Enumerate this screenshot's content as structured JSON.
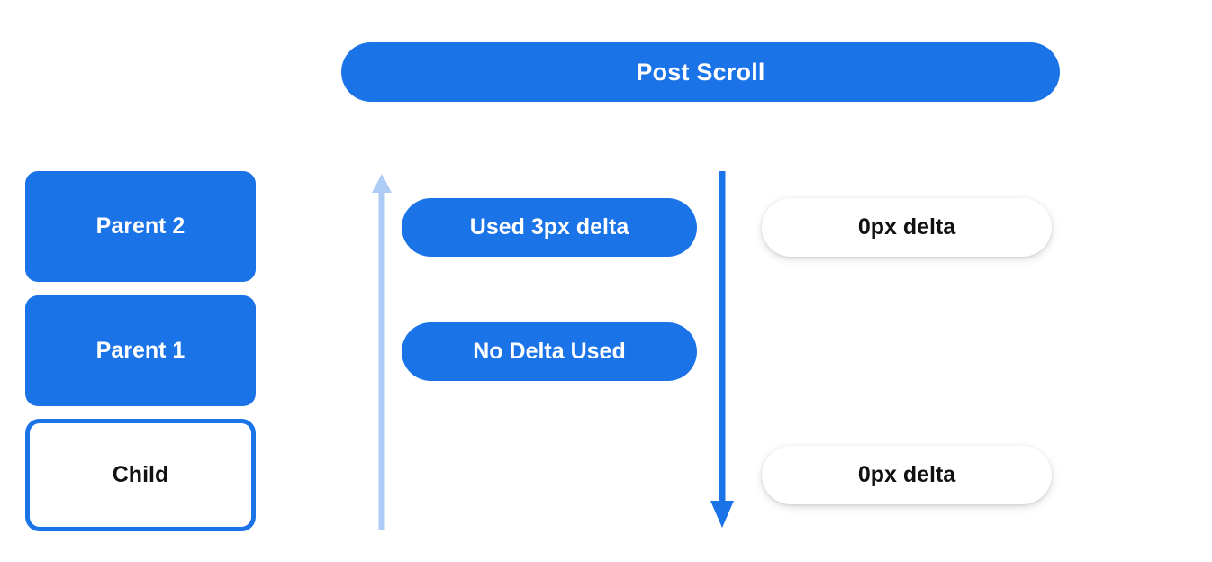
{
  "diagram": {
    "title": "Post Scroll",
    "colors": {
      "primary_blue": "#1b73e8",
      "light_blue": "#aecbf5",
      "white": "#ffffff",
      "text_dark": "#111111",
      "background": "#ffffff"
    }
  },
  "banner": {
    "label": "Post Scroll"
  },
  "nodes": [
    {
      "id": "parent2",
      "label": "Parent 2",
      "style": "filled"
    },
    {
      "id": "parent1",
      "label": "Parent 1",
      "style": "filled"
    },
    {
      "id": "child",
      "label": "Child",
      "style": "outlined"
    }
  ],
  "arrows": [
    {
      "id": "scroll-up",
      "direction": "up",
      "color": "#aecbf5",
      "icon": "arrow-up-icon"
    },
    {
      "id": "scroll-down",
      "direction": "down",
      "color": "#1b73e8",
      "icon": "arrow-down-icon"
    }
  ],
  "middle_pills": [
    {
      "id": "used-3px",
      "label": "Used 3px delta"
    },
    {
      "id": "no-delta",
      "label": "No Delta Used"
    }
  ],
  "right_pills": [
    {
      "id": "delta-top",
      "label": "0px delta"
    },
    {
      "id": "delta-bottom",
      "label": "0px delta"
    }
  ]
}
